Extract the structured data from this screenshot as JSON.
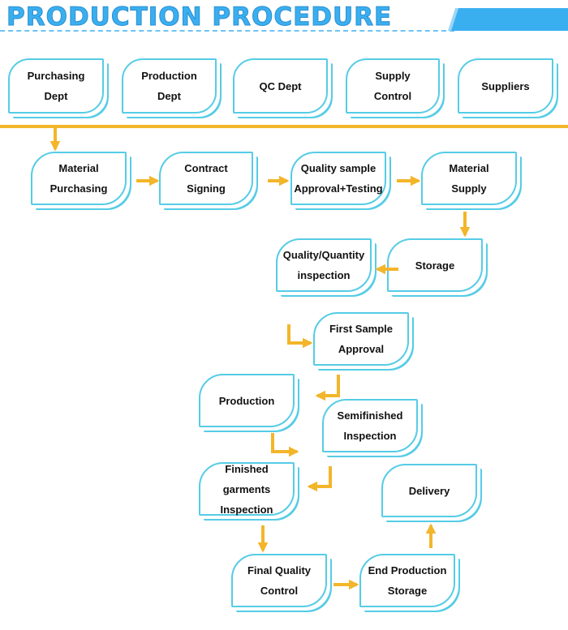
{
  "title": "PRODUCTION PROCEDURE",
  "colors": {
    "title": "#3aaff0",
    "box_border": "#55cce6",
    "arrow": "#f3b52a",
    "text": "#111111"
  },
  "departments": [
    {
      "id": "purchasing",
      "label": "Purchasing\nDept"
    },
    {
      "id": "production",
      "label": "Production\nDept"
    },
    {
      "id": "qc",
      "label": "QC Dept"
    },
    {
      "id": "supply-control",
      "label": "Supply\nControl"
    },
    {
      "id": "suppliers",
      "label": "Suppliers"
    }
  ],
  "steps": [
    {
      "id": "material-purchasing",
      "label": "Material\nPurchasing"
    },
    {
      "id": "contract-signing",
      "label": "Contract\nSigning"
    },
    {
      "id": "quality-sample",
      "label": "Quality sample\nApproval+Testing"
    },
    {
      "id": "material-supply",
      "label": "Material\nSupply"
    },
    {
      "id": "storage",
      "label": "Storage"
    },
    {
      "id": "quality-quantity-inspection",
      "label": "Quality/Quantity\ninspection"
    },
    {
      "id": "first-sample-approval",
      "label": "First Sample\nApproval"
    },
    {
      "id": "production",
      "label": "Production"
    },
    {
      "id": "semifinished-inspection",
      "label": "Semifinished\nInspection"
    },
    {
      "id": "finished-garments-inspection",
      "label": "Finished  garments\nInspection"
    },
    {
      "id": "delivery",
      "label": "Delivery"
    },
    {
      "id": "final-quality-control",
      "label": "Final Quality\nControl"
    },
    {
      "id": "end-production-storage",
      "label": "End Production\nStorage"
    }
  ]
}
